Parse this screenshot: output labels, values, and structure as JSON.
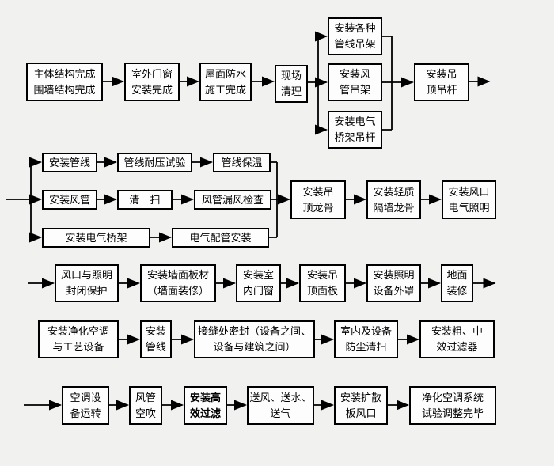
{
  "colors": {
    "background": "#f1f1ef",
    "box_fill": "#fdfdfd",
    "line_color": "#000000",
    "text_color": "#000000"
  },
  "diagram": {
    "type": "flowchart",
    "language": "zh-CN",
    "description_visible_only": true
  },
  "boxes": {
    "b1": {
      "line1": "主体结构完成",
      "line2": "围墙结构完成"
    },
    "b2": {
      "line1": "室外门窗",
      "line2": "安装完成"
    },
    "b3": {
      "line1": "屋面防水",
      "line2": "施工完成"
    },
    "b4": {
      "line1": "现场",
      "line2": "清理"
    },
    "b5": {
      "line1": "安装各种",
      "line2": "管线吊架"
    },
    "b6": {
      "line1": "安装风",
      "line2": "管吊架"
    },
    "b7": {
      "line1": "安装电气",
      "line2": "桥架吊杆"
    },
    "b8": {
      "line1": "安装吊",
      "line2": "顶吊杆"
    },
    "b9": {
      "line1": "安装管线"
    },
    "b10": {
      "line1": "管线耐压试验"
    },
    "b11": {
      "line1": "管线保温"
    },
    "b12": {
      "line1": "安装风管"
    },
    "b13": {
      "line1": "清　扫"
    },
    "b14": {
      "line1": "风管漏风检查"
    },
    "b15": {
      "line1": "安装电气桥架"
    },
    "b16": {
      "line1": "电气配管安装"
    },
    "b17": {
      "line1": "安装吊",
      "line2": "顶龙骨"
    },
    "b18": {
      "line1": "安装轻质",
      "line2": "隔墙龙骨"
    },
    "b19": {
      "line1": "安装风口",
      "line2": "电气照明"
    },
    "b20": {
      "line1": "风口与照明",
      "line2": "封闭保护"
    },
    "b21": {
      "line1": "安装墙面板材",
      "line2": "（墙面装修）"
    },
    "b22": {
      "line1": "安装室",
      "line2": "内门窗"
    },
    "b23": {
      "line1": "安装吊",
      "line2": "顶面板"
    },
    "b24": {
      "line1": "安装照明",
      "line2": "设备外罩"
    },
    "b25": {
      "line1": "地面",
      "line2": "装修"
    },
    "b26": {
      "line1": "安装净化空调",
      "line2": "与工艺设备"
    },
    "b27": {
      "line1": "安装",
      "line2": "管线"
    },
    "b28": {
      "line1": "接缝处密封（设备之间、",
      "line2": "设备与建筑之间）"
    },
    "b29": {
      "line1": "室内及设备",
      "line2": "防尘清扫"
    },
    "b30": {
      "line1": "安装粗、中",
      "line2": "效过滤器"
    },
    "b31": {
      "line1": "空调设",
      "line2": "备运转"
    },
    "b32": {
      "line1": "风管",
      "line2": "空吹"
    },
    "b33": {
      "line1": "安装高",
      "line2": "效过滤"
    },
    "b34": {
      "line1": "送风、送水、",
      "line2": "送气"
    },
    "b35": {
      "line1": "安装扩散",
      "line2": "板风口"
    },
    "b36": {
      "line1": "净化空调系统",
      "line2": "试验调整完毕"
    }
  }
}
